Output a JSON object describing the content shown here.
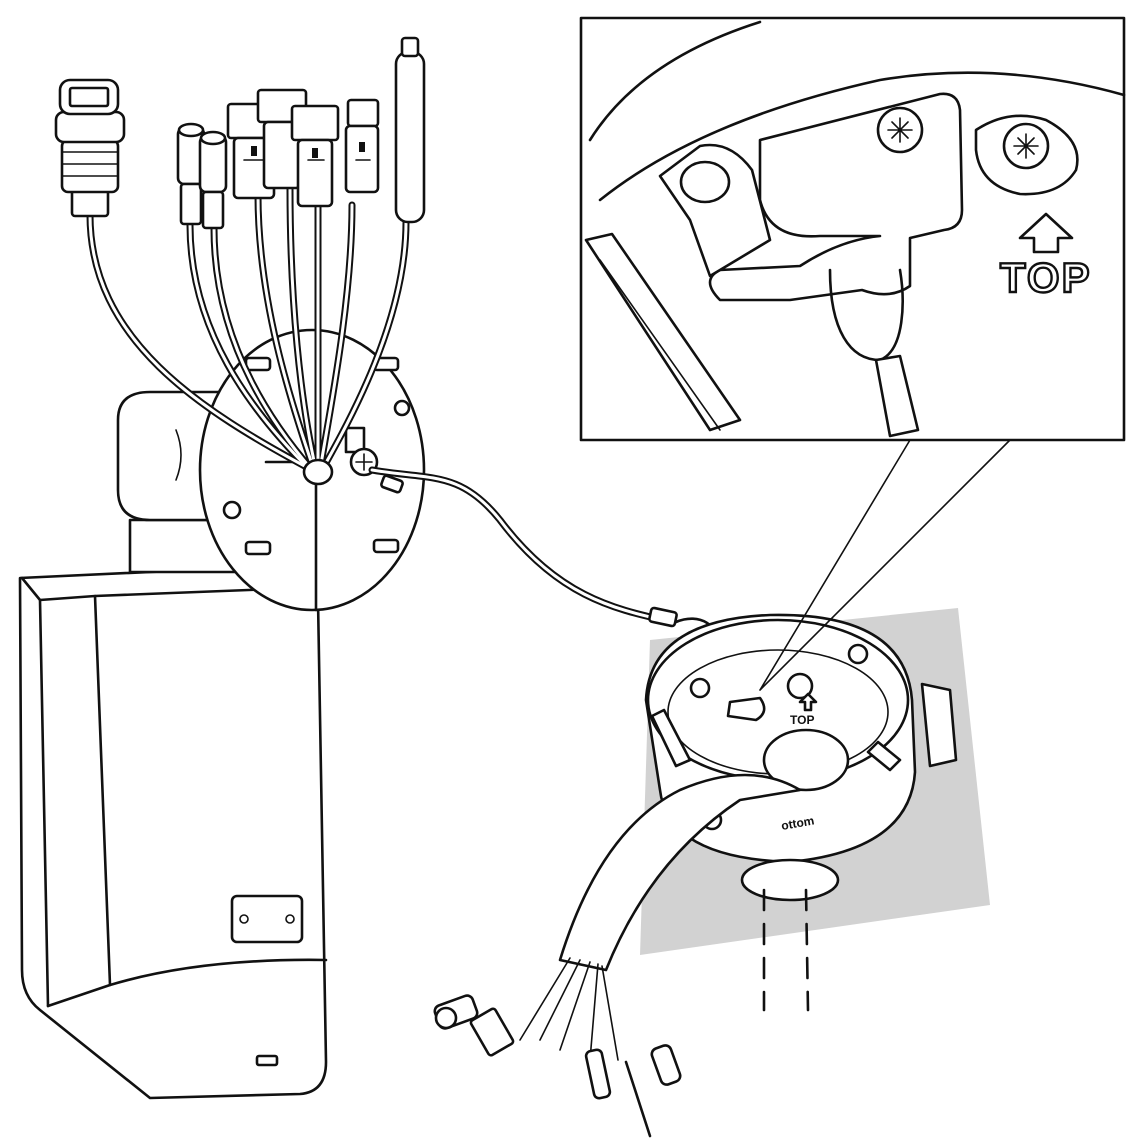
{
  "figure": {
    "inset_label": "TOP",
    "box_label": "TOP",
    "box_side_label": "ottom"
  },
  "colors": {
    "line": "#111111",
    "background": "#ffffff",
    "wall_plate": "#d2d2d2"
  },
  "icons": [
    "rj45-connector-icon",
    "dc-jack-icon",
    "alarm-terminal-icon",
    "screw-icon",
    "arrow-up-icon",
    "bnc-connector-icon"
  ]
}
